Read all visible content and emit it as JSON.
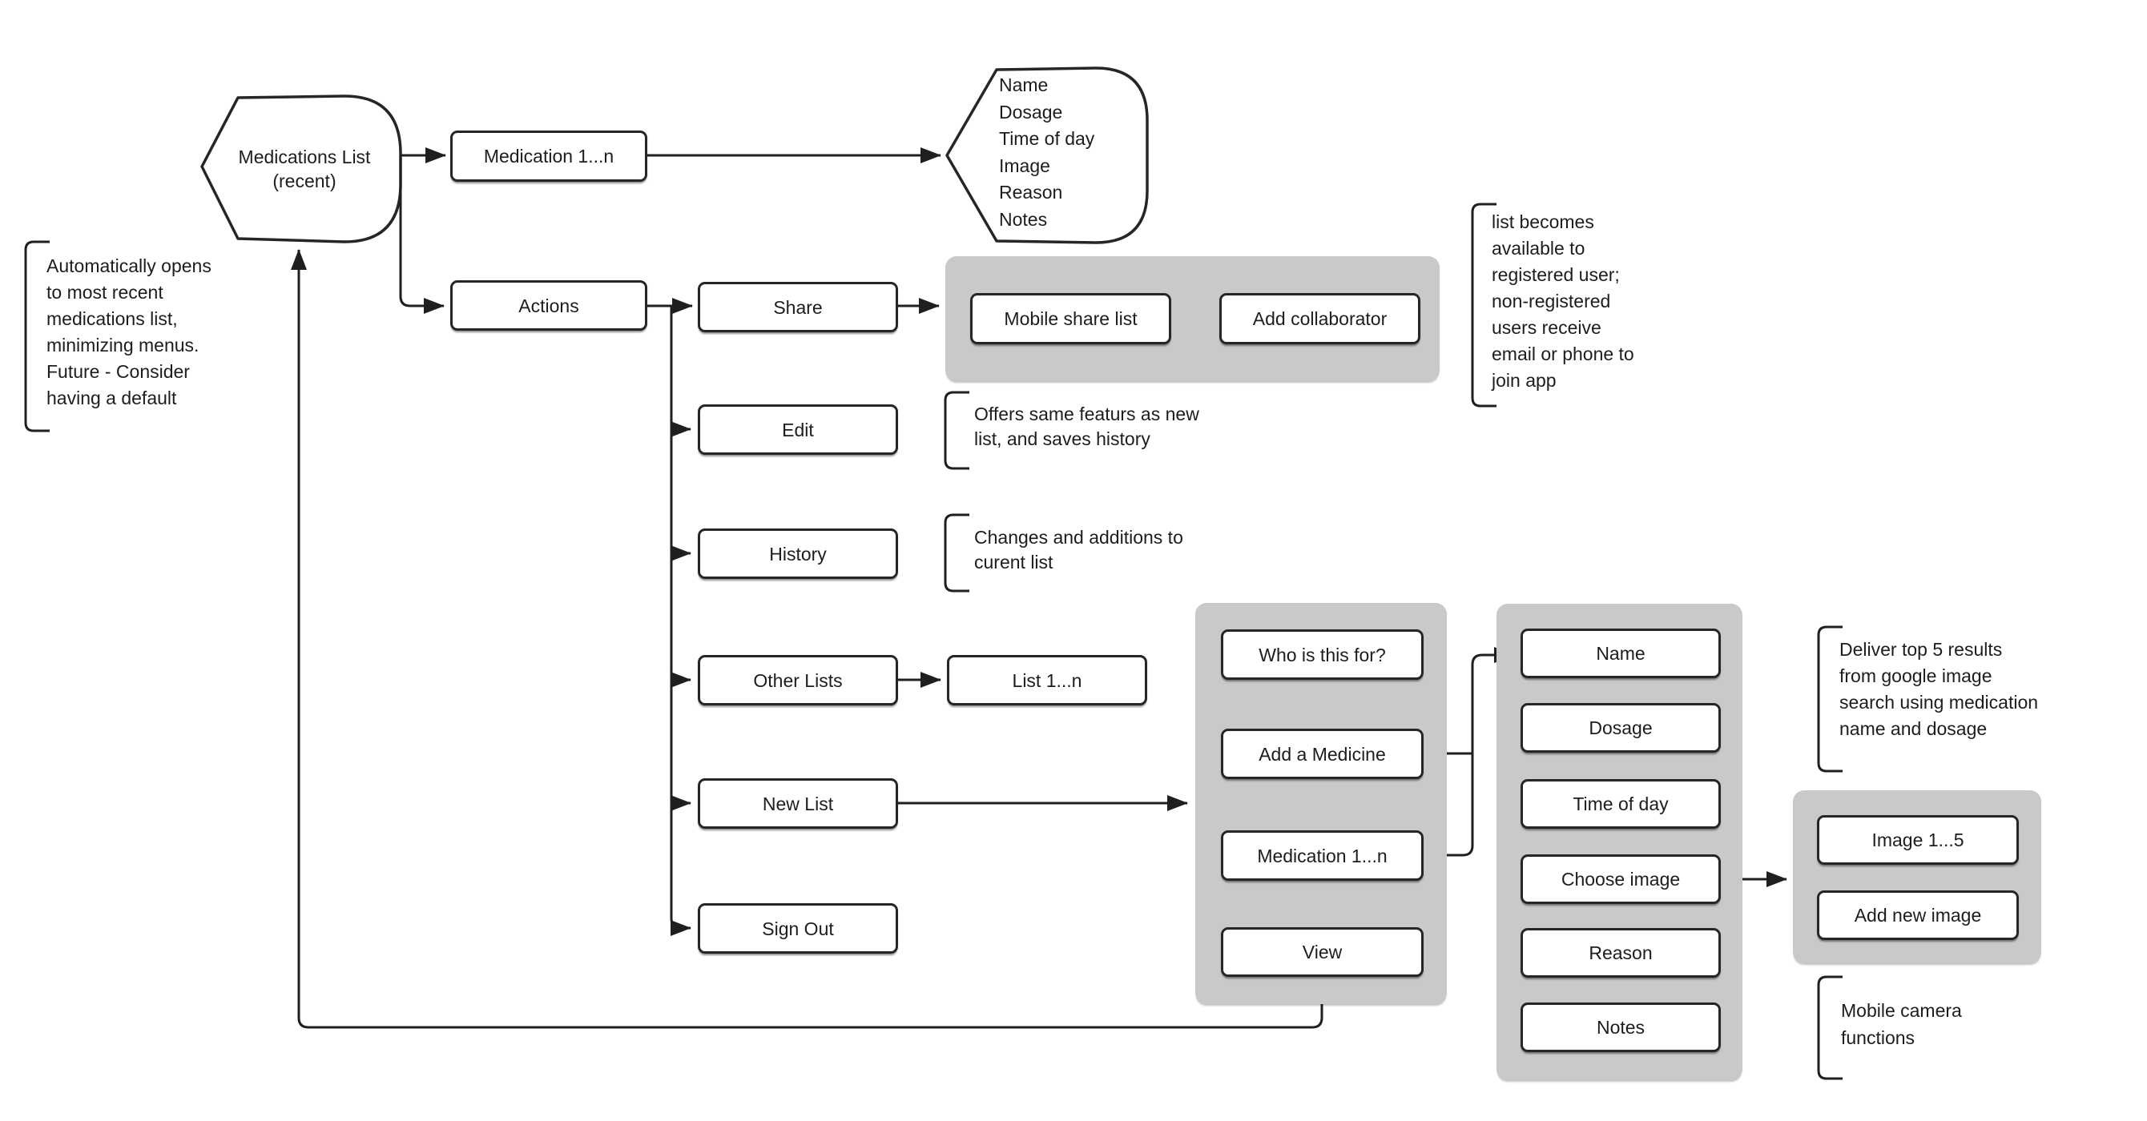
{
  "nodes": {
    "start": "Medications List\n(recent)",
    "medication_top": "Medication 1...n",
    "list_fields": "Name\nDosage\nTime of day\nImage\nReason\nNotes",
    "actions": "Actions",
    "share": "Share",
    "mobile_share_list": "Mobile share list",
    "add_collaborator": "Add collaborator",
    "edit": "Edit",
    "history": "History",
    "other_lists": "Other Lists",
    "list_range": "List 1...n",
    "new_list": "New List",
    "sign_out": "Sign Out",
    "who_is_this_for": "Who is this for?",
    "add_a_medicine": "Add a Medicine",
    "medication_range": "Medication 1...n",
    "view": "View",
    "name": "Name",
    "dosage": "Dosage",
    "time_of_day": "Time of day",
    "choose_image": "Choose image",
    "reason": "Reason",
    "notes": "Notes",
    "image_range": "Image 1...5",
    "add_new_image": "Add new image"
  },
  "annotations": {
    "auto_open": "Automatically opens\nto most recent\nmedications list,\nminimizing menus.\nFuture - Consider\nhaving a default",
    "share_note": "list becomes\navailable to\nregistered user;\nnon-registered\nusers receive\nemail or phone to\njoin app",
    "edit_note": "Offers same featurs as new\nlist, and saves history",
    "history_note": "Changes and additions to\ncurent list",
    "image_note": "Deliver top 5 results\nfrom google image\nsearch using medication\nname and dosage",
    "camera_note": "Mobile camera\nfunctions"
  },
  "colors": {
    "line": "#1f1f1f",
    "box_border": "#262626",
    "panel_gray": "#c9c9c9",
    "background": "#ffffff",
    "text": "#1d1d1d"
  }
}
